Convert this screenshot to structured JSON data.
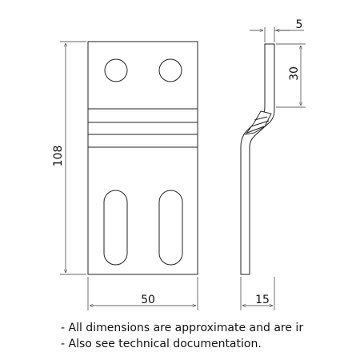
{
  "dimensions": {
    "height": "108",
    "width": "50",
    "thickness": "5",
    "offset": "15",
    "top_length": "30"
  },
  "notes": [
    "- All dimensions are approximate and are ir",
    "- Also see technical documentation."
  ],
  "colors": {
    "line": "#222222",
    "background": "#ffffff"
  }
}
